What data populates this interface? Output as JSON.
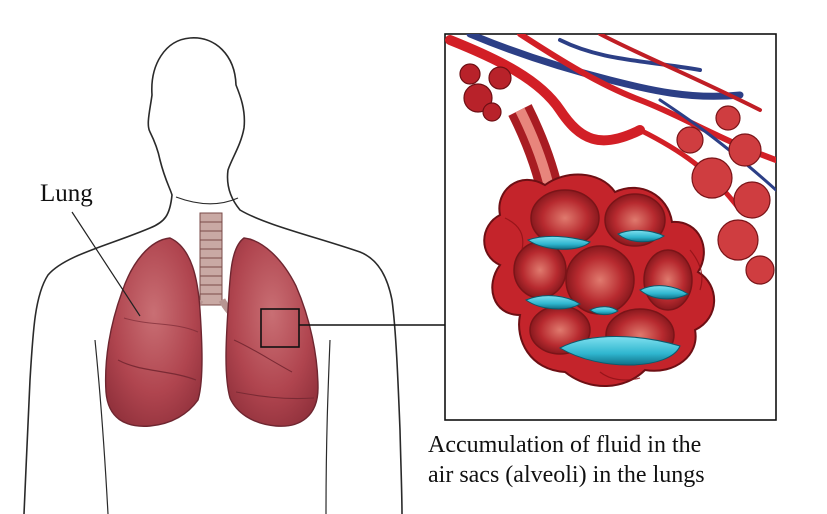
{
  "labels": {
    "lung": "Lung",
    "caption_line1": "Accumulation of fluid in the",
    "caption_line2": "air sacs (alveoli) in the lungs"
  },
  "colors": {
    "lung_fill": "#b0454f",
    "lung_dark": "#8e2f3a",
    "vessel_red": "#d21f26",
    "vessel_blue": "#2c3f86",
    "fluid_cyan": "#2fb6cf",
    "alveoli_wall": "#c4242b",
    "outline": "#2a2a2a"
  }
}
